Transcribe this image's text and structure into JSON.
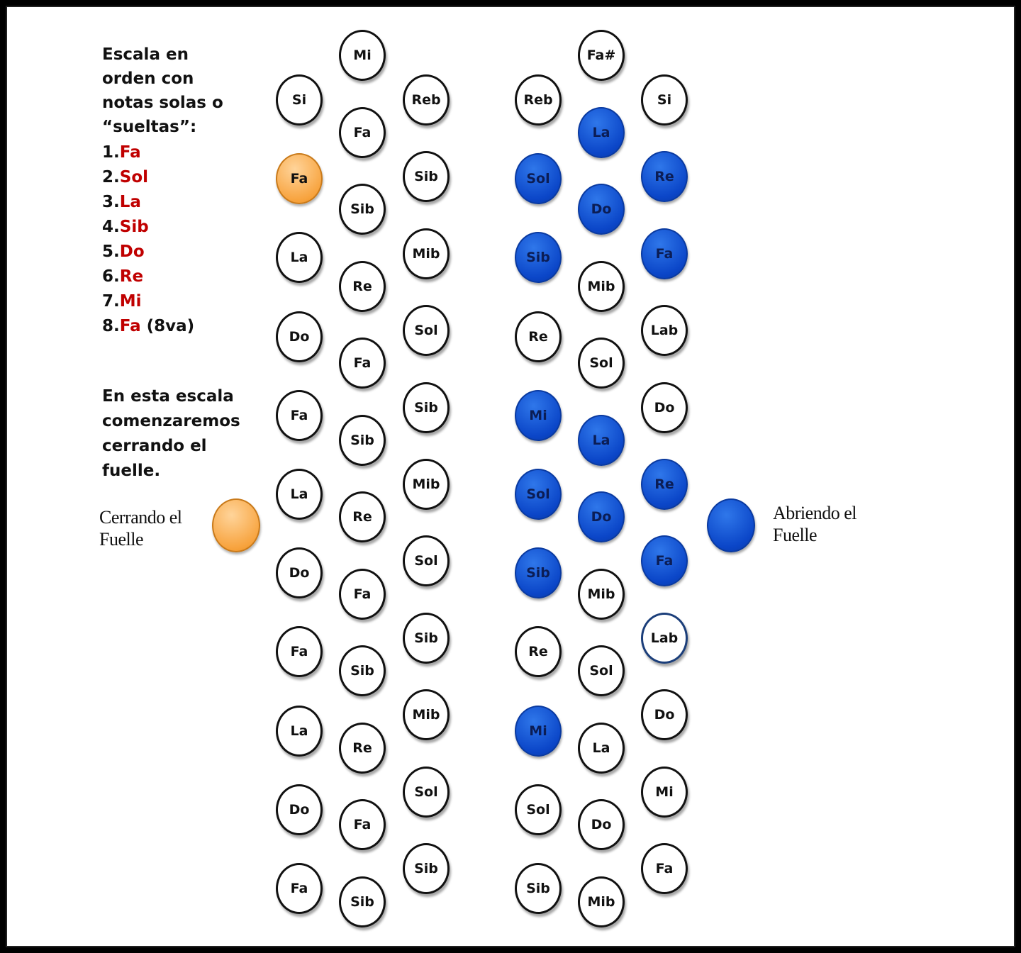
{
  "intro": "Escala en orden con notas solas o “sueltas”:",
  "scale": [
    {
      "num": "1.",
      "note": "Fa",
      "extra": ""
    },
    {
      "num": "2.",
      "note": "Sol",
      "extra": ""
    },
    {
      "num": "3.",
      "note": "La",
      "extra": ""
    },
    {
      "num": "4.",
      "note": "Sib",
      "extra": ""
    },
    {
      "num": "5.",
      "note": "Do",
      "extra": ""
    },
    {
      "num": "6.",
      "note": "Re",
      "extra": ""
    },
    {
      "num": "7.",
      "note": "Mi",
      "extra": ""
    },
    {
      "num": "8.",
      "note": "Fa",
      "extra": " (8va)"
    }
  ],
  "instruction": "En esta escala comenzaremos cerrando el fuelle.",
  "legend": {
    "closing": "Cerrando el Fuelle",
    "opening": "Abriendo el Fuelle"
  },
  "colors": {
    "closing": "#f7a23c",
    "opening": "#0b46c8",
    "scale_note": "#c00000"
  },
  "closing_side": {
    "row_1": [
      "Si",
      "Fa",
      "La",
      "Do",
      "Fa",
      "La",
      "Do",
      "Fa",
      "La",
      "Do",
      "Fa"
    ],
    "row_1_highlight": [
      false,
      true,
      false,
      false,
      false,
      false,
      false,
      false,
      false,
      false,
      false
    ],
    "row_2": [
      "Mi",
      "Fa",
      "Sib",
      "Re",
      "Fa",
      "Sib",
      "Re",
      "Fa",
      "Sib",
      "Re",
      "Fa",
      "Sib"
    ],
    "row_3": [
      "Reb",
      "Sib",
      "Mib",
      "Sol",
      "Sib",
      "Mib",
      "Sol",
      "Sib",
      "Mib",
      "Sol",
      "Sib"
    ]
  },
  "opening_side": {
    "row_1": [
      "Reb",
      "Sol",
      "Sib",
      "Re",
      "Mi",
      "Sol",
      "Sib",
      "Re",
      "Mi",
      "Sol",
      "Sib"
    ],
    "row_1_highlight": [
      false,
      true,
      true,
      false,
      true,
      true,
      true,
      false,
      true,
      false,
      false
    ],
    "row_2": [
      "Fa#",
      "La",
      "Do",
      "Mib",
      "Sol",
      "La",
      "Do",
      "Mib",
      "Sol",
      "La",
      "Do",
      "Mib"
    ],
    "row_2_highlight": [
      false,
      true,
      true,
      false,
      false,
      true,
      true,
      false,
      false,
      false,
      false,
      false
    ],
    "row_3": [
      "Si",
      "Re",
      "Fa",
      "Lab",
      "Do",
      "Re",
      "Fa",
      "Lab",
      "Do",
      "Mi",
      "Fa"
    ],
    "row_3_highlight": [
      false,
      true,
      true,
      false,
      false,
      true,
      true,
      false,
      false,
      false,
      false
    ]
  }
}
